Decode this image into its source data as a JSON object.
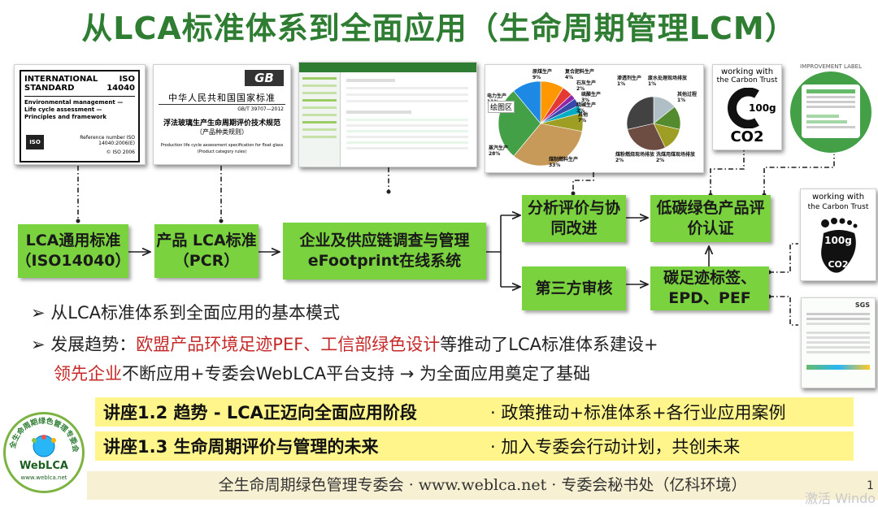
{
  "title": "从LCA标准体系到全面应用（生命周期管理LCM）",
  "iso_doc": {
    "line1": "INTERNATIONAL",
    "line2": "STANDARD",
    "iso": "ISO",
    "num": "14040",
    "subject": "Environmental management — Life cycle assessment — Principles and framework",
    "ref": "Reference number ISO 14040:2006(E)",
    "copy": "© ISO 2006"
  },
  "gb_doc": {
    "logo": "GB",
    "header": "中华人民共和国国家标准",
    "code": "GB/T 39707—2012",
    "t1": "浮法玻璃生产生命周期评价技术规范",
    "t2": "（产品种类规则）",
    "en": "Production life cycle assessment specification for float glass",
    "en2": "(Product category rules)"
  },
  "chart_label": "绘图区",
  "pie1": {
    "slices": [
      {
        "label": "原煤生产",
        "pct": "9%",
        "color": "#ff9800"
      },
      {
        "label": "复合肥料生产",
        "pct": "4%",
        "color": "#e53935"
      },
      {
        "label": "石灰生产",
        "pct": "2%",
        "color": "#8e24aa"
      },
      {
        "label": "硫酸生产",
        "pct": "3%",
        "color": "#3949ab"
      },
      {
        "label": "烧碱生产",
        "pct": "3%",
        "color": "#00acc1"
      },
      {
        "label": "其他",
        "pct": "7%",
        "color": "#9e9d24"
      },
      {
        "label": "煤制燃料生产",
        "pct": "33%",
        "color": "#c79a5a"
      },
      {
        "label": "蒸汽生产",
        "pct": "28%",
        "color": "#43a047"
      },
      {
        "label": "电力生产",
        "pct": "11%",
        "color": "#1e88e5"
      }
    ]
  },
  "pie2": {
    "slices": [
      {
        "label": "渗透剂生产",
        "pct": "1%",
        "color": "#b0bec5"
      },
      {
        "label": "废水处理现场排放",
        "pct": "1%",
        "color": "#558b2f"
      },
      {
        "label": "其他过程",
        "pct": "1%",
        "color": "#9e9d24"
      },
      {
        "label": "煤粉燃烧现场排放",
        "pct": "2%",
        "color": "#6d4c41"
      },
      {
        "label": "洗煤用煤现场排放",
        "pct": "2%",
        "color": "#424242"
      }
    ]
  },
  "carbon_trust": {
    "line1": "working with",
    "line2": "the Carbon Trust",
    "amount": "100g",
    "unit": "CO2"
  },
  "improvement_label": "IMPROVEMENT LABEL",
  "foot_label": {
    "line1": "working with",
    "line2": "the Carbon Trust",
    "amount": "100g",
    "unit": "CO2"
  },
  "cert": {
    "sgs": "SGS"
  },
  "boxes": {
    "lca_std": "LCA通用标准（ISO14040）",
    "pcr": "产品 LCA标准（PCR）",
    "supply_l1": "企业及供应链调查与管理",
    "supply_l2": "eFootprint在线系统",
    "analysis": "分析评价与协同改进",
    "lowcarbon": "低碳绿色产品评价认证",
    "thirdparty": "第三方审核",
    "label_l1": "碳足迹标签、",
    "label_l2": "EPD、PEF"
  },
  "bullets": {
    "b1": "从LCA标准体系到全面应用的基本模式",
    "b2_a": "发展趋势：",
    "b2_red": "欧盟产品环境足迹PEF、工信部绿色设计",
    "b2_b": "等推动了LCA标准体系建设+",
    "b3_red": "领先企业",
    "b3_b": "不断应用+专委会WebLCA平台支持 → 为全面应用奠定了基础"
  },
  "lectures": [
    {
      "title": "讲座1.2  趋势 - LCA正迈向全面应用阶段",
      "desc": "· 政策推动+标准体系+各行业应用案例"
    },
    {
      "title": "讲座1.3  生命周期评价与管理的未来",
      "desc": "· 加入专委会行动计划，共创未来"
    }
  ],
  "logo": {
    "text": "WebLCA",
    "ring": "全生命周期绿色管理专委会",
    "url": "www.weblca.net"
  },
  "footer": "全生命周期绿色管理专委会 · www.weblca.net · 专委会秘书处（亿科环境）",
  "page_number": "1",
  "watermark": "激活 Windo",
  "colors": {
    "title": "#2e7d32",
    "box": "#7ad23e",
    "lecture_bg": "#fff58a",
    "red_text": "#c62828"
  }
}
